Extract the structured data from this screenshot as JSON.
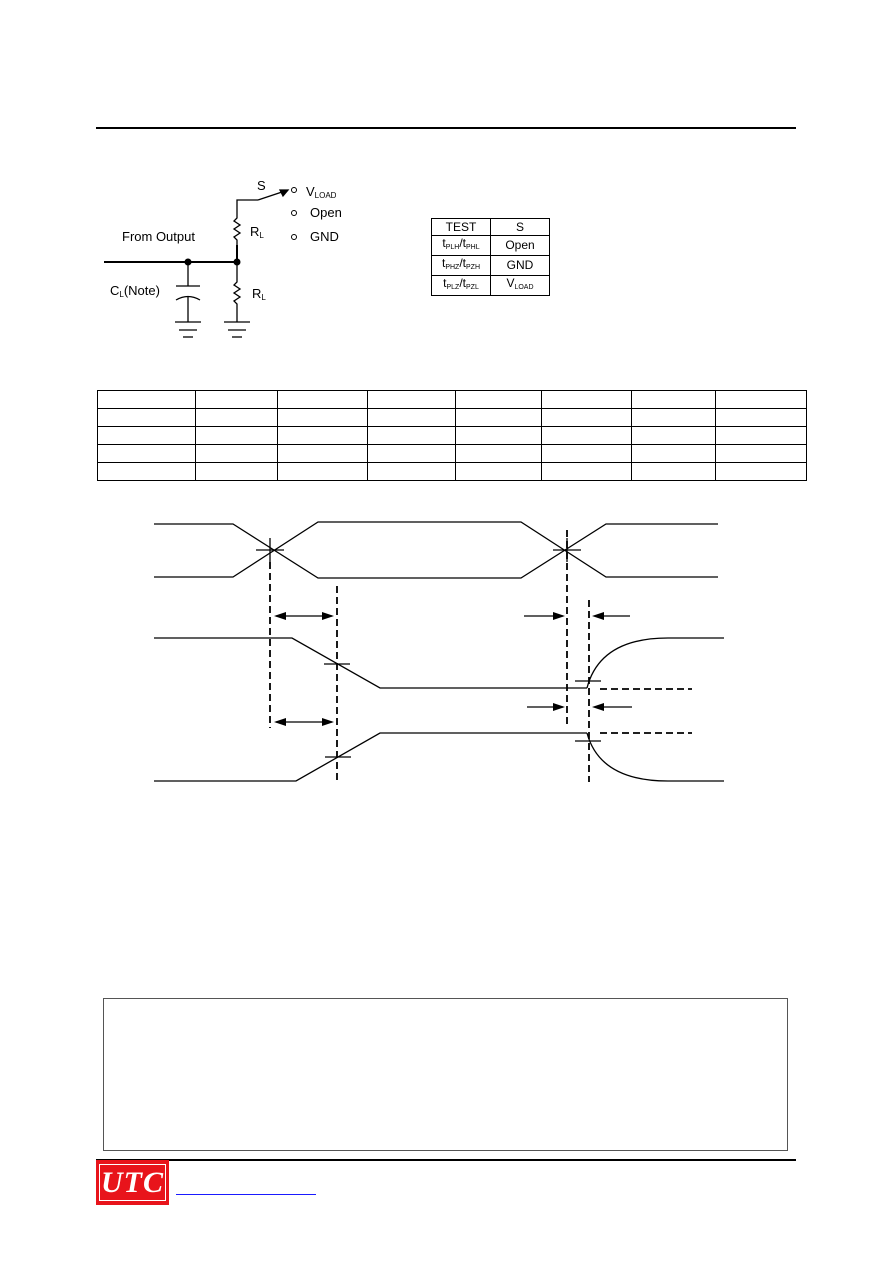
{
  "circuit": {
    "switch_label": "S",
    "vload_main": "V",
    "vload_sub": "LOAD",
    "open_label": "Open",
    "gnd_label": "GND",
    "from_output": "From Output",
    "rl_main": "R",
    "rl_sub": "L",
    "cl_main": "C",
    "cl_sub": "L",
    "cl_note": "(Note)",
    "rl2_main": "R",
    "rl2_sub": "L"
  },
  "test_table": {
    "header": [
      "TEST",
      "S"
    ],
    "rows": [
      {
        "t1": "t",
        "s1": "PLH",
        "sep": "/t",
        "s2": "PHL",
        "value": "Open"
      },
      {
        "t1": "t",
        "s1": "PHZ",
        "sep": "/t",
        "s2": "PZH",
        "value": "GND"
      },
      {
        "t1": "t",
        "s1": "PLZ",
        "sep": "/t",
        "s2": "PZL",
        "value_main": "V",
        "value_sub": "LOAD"
      }
    ]
  },
  "colors": {
    "logo_red": "#e8141b",
    "link_blue": "#1a1aff"
  },
  "footer": {
    "logo_text": "UTC"
  }
}
